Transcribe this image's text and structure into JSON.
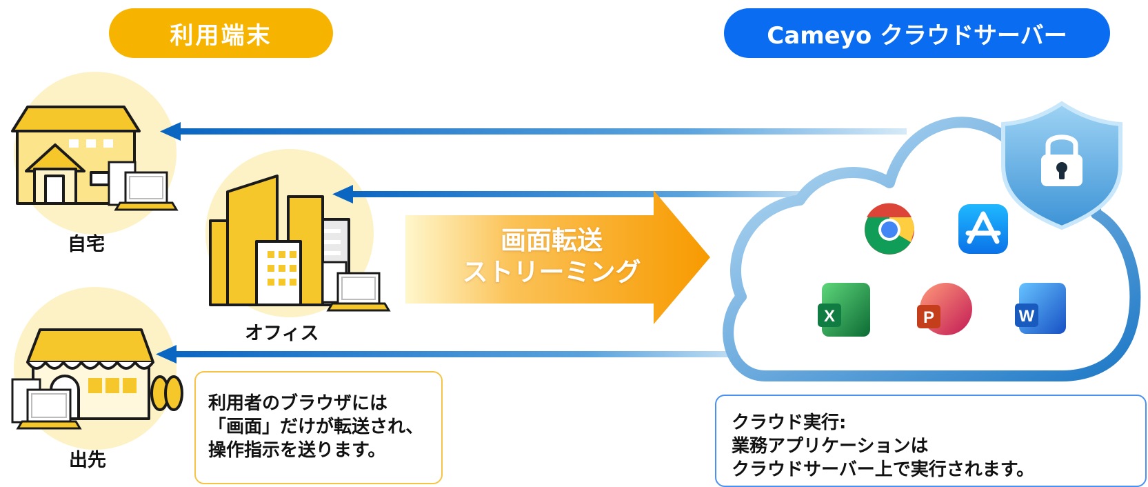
{
  "header": {
    "left_label": "利用端末",
    "right_label": "Cameyo クラウドサーバー"
  },
  "locations": {
    "home": "自宅",
    "office": "オフィス",
    "outing": "出先"
  },
  "stream": {
    "line1": "画面転送",
    "line2": "ストリーミング"
  },
  "notes": {
    "left": [
      "利用者のブラウザには",
      "「画面」だけが転送され、",
      "操作指示を送ります。"
    ],
    "right": [
      "クラウド実行:",
      "業務アプリケーションは",
      "クラウドサーバー上で実行されます。"
    ]
  },
  "apps": {
    "excel_letter": "X",
    "powerpoint_letter": "P",
    "word_letter": "W"
  },
  "colors": {
    "accent_yellow": "#f6b400",
    "accent_blue": "#0a6cf0",
    "arrow_blue": "#1273c8",
    "stream_orange": "#f79a00"
  }
}
